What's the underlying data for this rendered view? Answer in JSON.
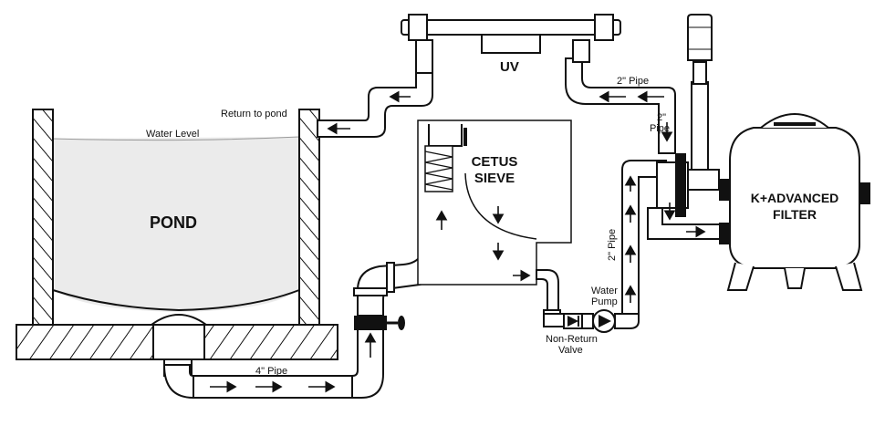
{
  "labels": {
    "uv": "UV",
    "pipe_2_top": "2\" Pipe",
    "return_to_pond": "Return to pond",
    "water_level": "Water Level",
    "pond": "POND",
    "cetus_line1": "CETUS",
    "cetus_line2": "SIEVE",
    "pipe_2_line1": "2\"",
    "pipe_2_line2": "Pipe",
    "filter_line1": "K+ADVANCED",
    "filter_line2": "FILTER",
    "pipe_2_vertical": "2\" Pipe",
    "water_pump_line1": "Water",
    "water_pump_line2": "Pump",
    "non_return_line1": "Non-Return",
    "non_return_line2": "Valve",
    "pipe_4": "4\" Pipe"
  },
  "colors": {
    "water": "#ebebeb",
    "outline": "#111111",
    "hatch_fill": "#ffffff"
  }
}
